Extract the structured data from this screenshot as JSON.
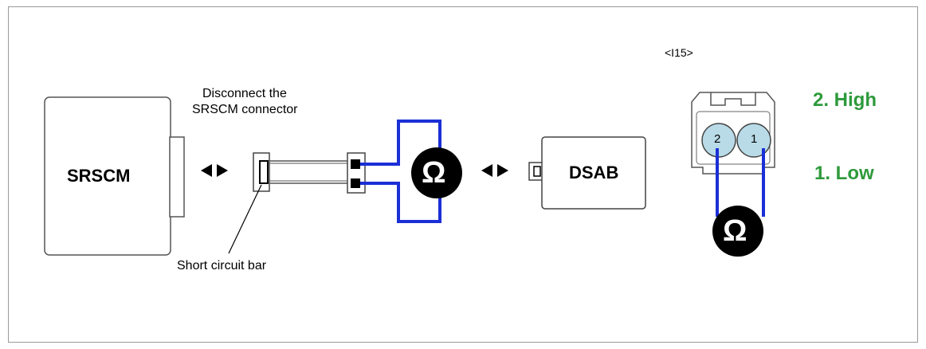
{
  "diagram": {
    "srscm_label": "SRSCM",
    "dsab_label": "DSAB",
    "disconnect_note_line1": "Disconnect the",
    "disconnect_note_line2": "SRSCM connector",
    "short_circuit_note": "Short circuit bar",
    "connector_code": "<I15>",
    "pin_high_label": "2. High",
    "pin_low_label": "1. Low",
    "pin2_number": "2",
    "pin1_number": "1",
    "ohm_symbol": "Ω",
    "colors": {
      "wire": "#1a2fd6",
      "pin_label": "#2e9a3b",
      "connector_pin": "#b9dbe8",
      "ohm_fill": "#000000"
    }
  }
}
